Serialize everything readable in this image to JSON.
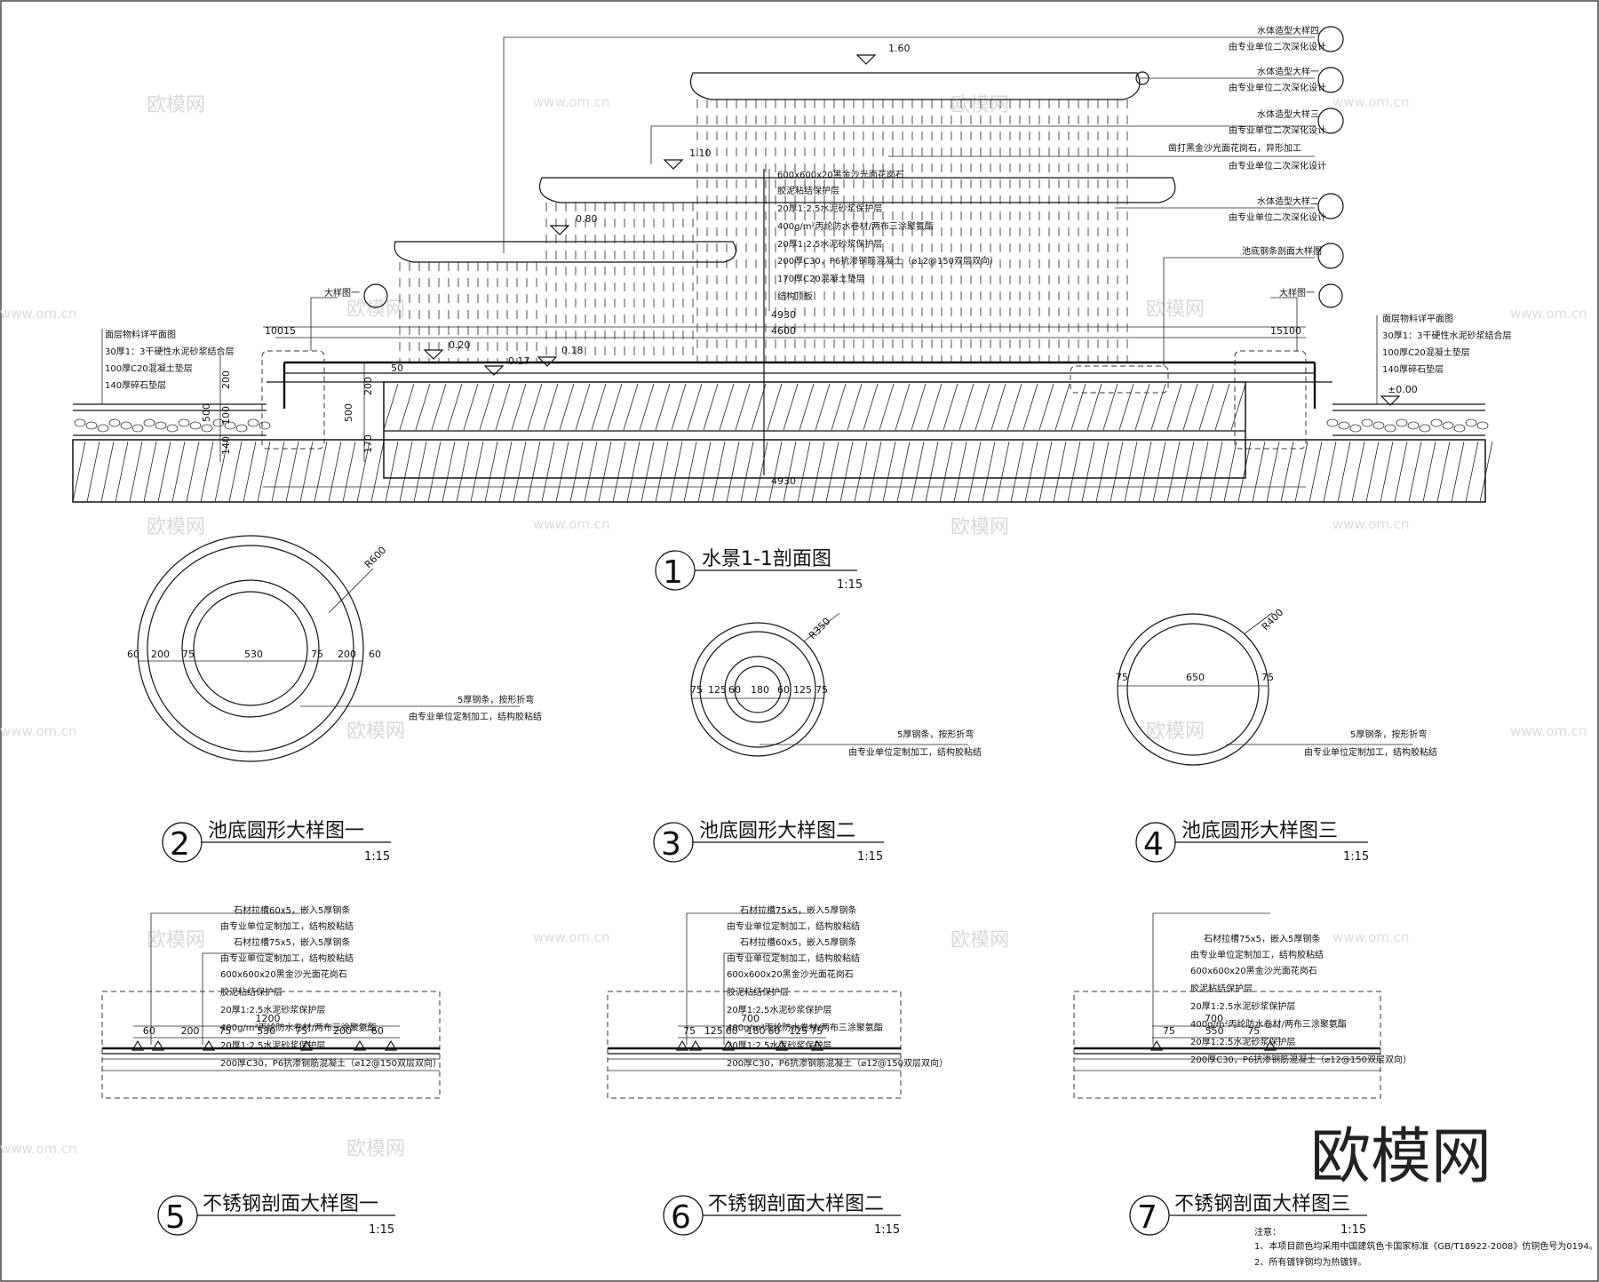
{
  "section": {
    "title": "水景1-1剖面图",
    "scale": "1:15",
    "number": "1",
    "level_labels": [
      "1.60",
      "1.10",
      "0.80",
      "0.20",
      "0.17",
      "0.18",
      "±0.00"
    ],
    "right_callouts": [
      {
        "title": "水体造型大样四",
        "sub": "由专业单位二次深化设计"
      },
      {
        "title": "水体造型大样一",
        "sub": "由专业单位二次深化设计"
      },
      {
        "title": "水体造型大样三",
        "sub": "由专业单位二次深化设计"
      },
      {
        "title": "凿打黑金沙光面花岗石，异形加工",
        "sub": "由专业单位二次深化设计"
      },
      {
        "title": "水体造型大样二",
        "sub": "由专业单位二次深化设计"
      },
      {
        "title": "池底钢条剖面大样图",
        "sub": ""
      }
    ],
    "center_layers": [
      "600x600x20黑金沙光面花岗石",
      "胶泥粘结保护层",
      "20厚1:2.5水泥砂浆保护层",
      "400g/m²丙纶防水卷材/两布三涂聚氨酯",
      "20厚1:2.5水泥砂浆保护层",
      "200厚C30，P6抗渗钢筋混凝土（⌀12@150双层双向）",
      "170厚C20混凝土垫层",
      "结构顶板"
    ],
    "left_layers": [
      "面层物料详平面图",
      "30厚1：3干硬性水泥砂浆结合层",
      "100厚C20混凝土垫层",
      "140厚碎石垫层"
    ],
    "right_layers": [
      "面层物料详平面图",
      "30厚1：3干硬性水泥砂浆结合层",
      "100厚C20混凝土垫层",
      "140厚碎石垫层"
    ],
    "detail_left": "大样图一",
    "detail_right": "大样图一",
    "dims": {
      "left_top": "10015",
      "right_top": "15100",
      "w4930_top": "4930",
      "w4600": "4600",
      "w4930_bottom": "4930",
      "v500": "500",
      "v200": "200",
      "v170": "170",
      "v50": "50",
      "lv200": "200",
      "lv500": "500",
      "lv100": "100",
      "lv140": "140"
    }
  },
  "circle_details": [
    {
      "number": "2",
      "title": "池底圆形大样图一",
      "scale": "1:15",
      "radius_label": "R600",
      "dims": [
        "60",
        "200",
        "75",
        "530",
        "75",
        "200",
        "60"
      ],
      "note_1": "5厚钢条，按形折弯",
      "note_2": "由专业单位定制加工，结构胶粘结"
    },
    {
      "number": "3",
      "title": "池底圆形大样图二",
      "scale": "1:15",
      "radius_label": "R350",
      "dims": [
        "75",
        "125",
        "60",
        "180",
        "60",
        "125",
        "75"
      ],
      "note_1": "5厚钢条，按形折弯",
      "note_2": "由专业单位定制加工，结构胶粘结"
    },
    {
      "number": "4",
      "title": "池底圆形大样图三",
      "scale": "1:15",
      "radius_label": "R400",
      "dims": [
        "75",
        "650",
        "75"
      ],
      "note_1": "5厚钢条，按形折弯",
      "note_2": "由专业单位定制加工，结构胶粘结"
    }
  ],
  "steel_details": [
    {
      "number": "5",
      "title": "不锈钢剖面大样图一",
      "scale": "1:15",
      "labels": [
        "石材拉槽60x5，嵌入5厚钢条",
        "由专业单位定制加工，结构胶粘结",
        "石材拉槽75x5，嵌入5厚钢条",
        "由专业单位定制加工，结构胶粘结",
        "600x600x20黑金沙光面花岗石",
        "胶泥粘结保护层",
        "20厚1:2.5水泥砂浆保护层",
        "400g/m²丙纶防水卷材/两布三涂聚氨酯",
        "20厚1:2.5水泥砂浆保护层",
        "200厚C30，P6抗渗钢筋混凝土（⌀12@150双层双向）"
      ],
      "top_dim": "1200",
      "dims": [
        "60",
        "200",
        "75",
        "530",
        "75",
        "200",
        "60"
      ]
    },
    {
      "number": "6",
      "title": "不锈钢剖面大样图二",
      "scale": "1:15",
      "labels": [
        "石材拉槽75x5，嵌入5厚钢条",
        "由专业单位定制加工，结构胶粘结",
        "石材拉槽60x5，嵌入5厚钢条",
        "由专业单位定制加工，结构胶粘结",
        "600x600x20黑金沙光面花岗石",
        "胶泥粘结保护层",
        "20厚1:2.5水泥砂浆保护层",
        "400g/m²丙纶防水卷材/两布三涂聚氨酯",
        "20厚1:2.5水泥砂浆保护层",
        "200厚C30，P6抗渗钢筋混凝土（⌀12@150双层双向）"
      ],
      "top_dim": "700",
      "dims": [
        "75",
        "125",
        "60",
        "180",
        "60",
        "125",
        "75"
      ]
    },
    {
      "number": "7",
      "title": "不锈钢剖面大样图三",
      "scale": "1:15",
      "labels": [
        "石材拉槽75x5，嵌入5厚钢条",
        "由专业单位定制加工，结构胶粘结",
        "600x600x20黑金沙光面花岗石",
        "胶泥粘结保护层",
        "20厚1:2.5水泥砂浆保护层",
        "400g/m²丙纶防水卷材/两布三涂聚氨酯",
        "20厚1:2.5水泥砂浆保护层",
        "200厚C30，P6抗渗钢筋混凝土（⌀12@150双层双向）"
      ],
      "top_dim": "700",
      "dims": [
        "75",
        "550",
        "75"
      ]
    }
  ],
  "notes": {
    "heading": "注意：",
    "line1": "1、本项目颜色均采用中国建筑色卡国家标准《GB/T18922-2008》仿铜色号为0194。",
    "line2": "2、所有镀锌钢均为热镀锌。"
  },
  "watermark": {
    "brand": "欧模网",
    "url": "www.om.cn"
  },
  "colors": {
    "line": "#111111",
    "background": "#ffffff",
    "watermark": "#d9d9d9"
  }
}
